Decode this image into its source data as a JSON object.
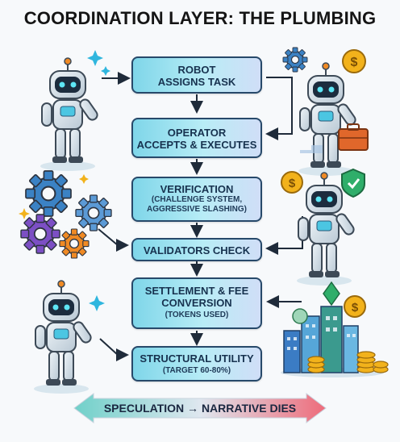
{
  "title": "COORDINATION LAYER: THE PLUMBING",
  "steps": [
    {
      "main": "ROBOT ASSIGNS TASK",
      "line1": "ROBOT",
      "line2": "ASSIGNS TASK"
    },
    {
      "line1": "OPERATOR",
      "line2": "ACCEPTS & EXECUTES"
    },
    {
      "line1": "VERIFICATION",
      "sub1": "(CHALLENGE SYSTEM,",
      "sub2": "AGGRESSIVE SLASHING)"
    },
    {
      "line1": "VALIDATORS CHECK"
    },
    {
      "line1": "SETTLEMENT & FEE",
      "line2": "CONVERSION",
      "sub1": "(TOKENS USED)"
    },
    {
      "line1": "STRUCTURAL UTILITY",
      "sub1": "(TARGET 60-80%)"
    }
  ],
  "bottom_arrow": {
    "left": "SPECULATION",
    "arrow": "→",
    "right": "NARRATIVE DIES"
  },
  "coin_symbol": "$",
  "colors": {
    "step_border": "#27496a",
    "step_fill_start": "#7fd6e9",
    "step_fill_end": "#d0def7",
    "arrow": "#1f2b3a",
    "gear_blue": "#3b82c4",
    "gear_purple": "#7c4fc4",
    "gear_orange": "#f08a24",
    "coin": "#f2b21b",
    "shield": "#2fae6a",
    "bottom_left": "#6fd0c9",
    "bottom_right": "#ee6b7a"
  }
}
